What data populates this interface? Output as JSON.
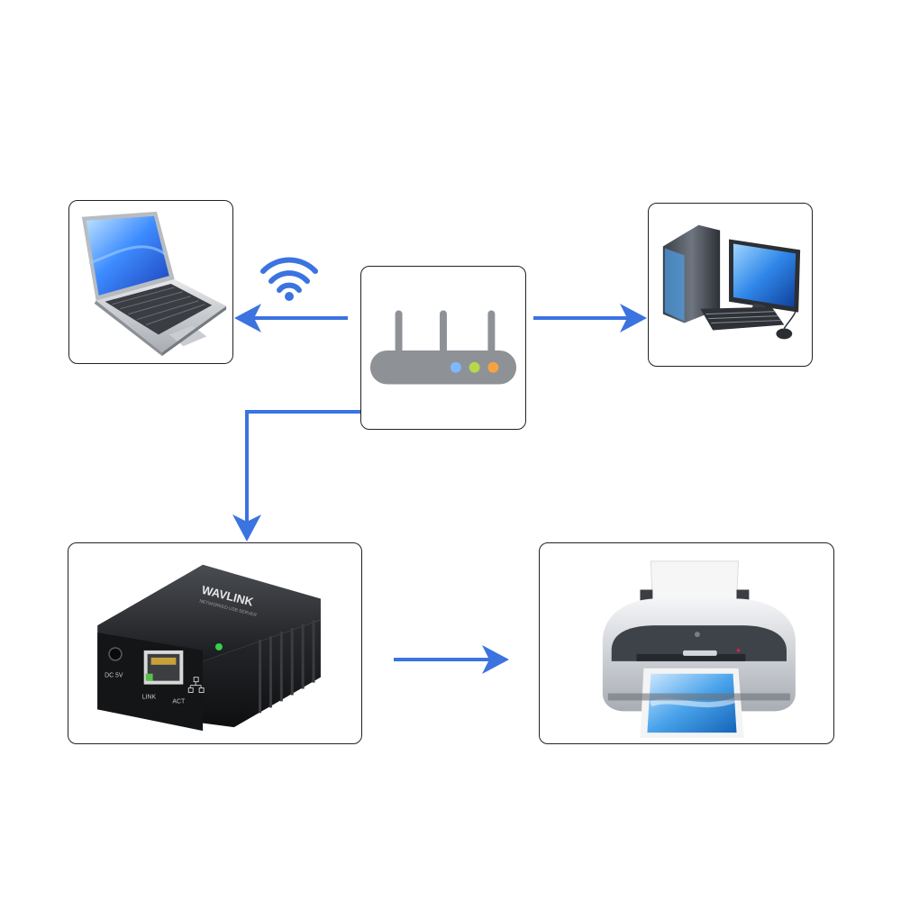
{
  "colors": {
    "arrow": "#3b73e0",
    "card_border": "#222222",
    "wifi": "#3b73e0",
    "router_body": "#8e9297",
    "led_blue": "#7fb8ff",
    "led_green": "#b5d94a",
    "led_orange": "#f5a341"
  },
  "nodes": {
    "laptop": {
      "icon": "laptop-icon"
    },
    "router": {
      "icon": "router-icon"
    },
    "desktop": {
      "icon": "desktop-computer-icon"
    },
    "print_server": {
      "icon": "print-server-icon",
      "brand": "WAVLINK",
      "subtitle": "NETWORKED USB SERVER",
      "port_dc": "DC 5V",
      "port_link": "LINK",
      "port_act": "ACT"
    },
    "printer": {
      "icon": "printer-icon"
    }
  },
  "connections": [
    {
      "from": "router",
      "to": "laptop",
      "medium": "wireless"
    },
    {
      "from": "router",
      "to": "desktop",
      "medium": "wired"
    },
    {
      "from": "router",
      "to": "print_server",
      "medium": "wired"
    },
    {
      "from": "print_server",
      "to": "printer",
      "medium": "usb"
    }
  ]
}
